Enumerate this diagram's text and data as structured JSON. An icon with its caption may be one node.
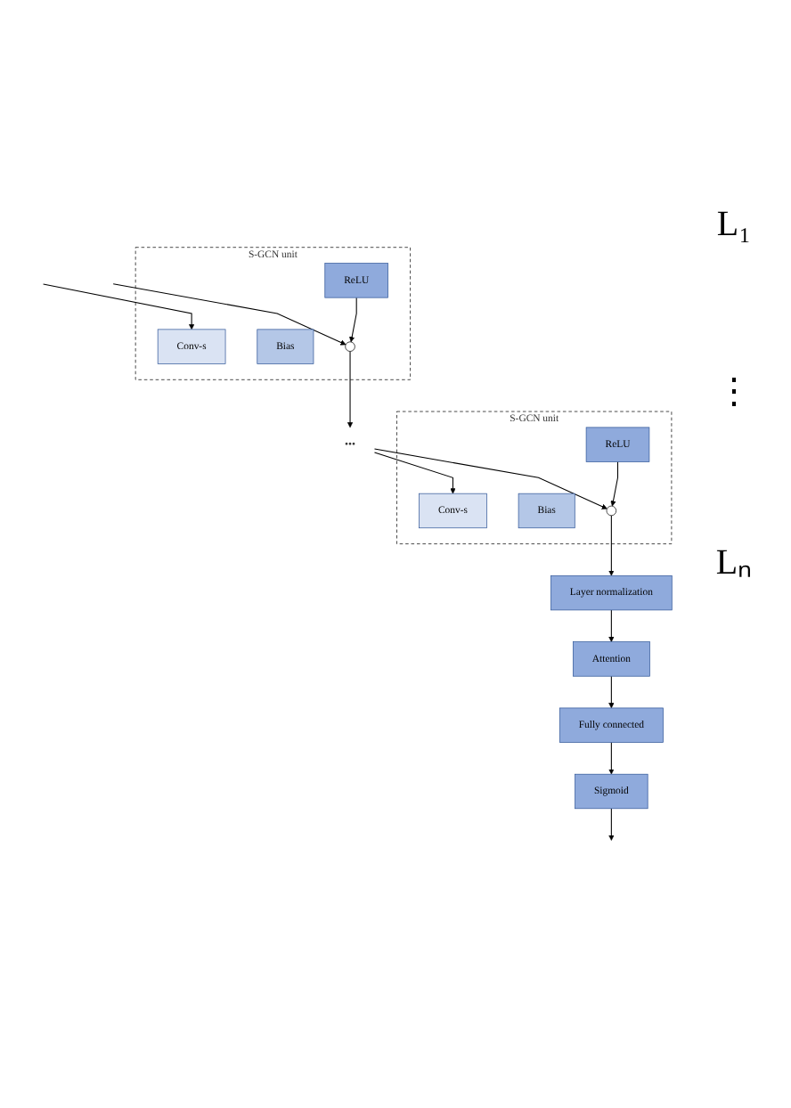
{
  "diagram": {
    "nodes": [
      {
        "text": [
          "S-GCN unit"
        ]
      },
      {
        "text": [
          "Conv-s"
        ],
        "in": 0
      },
      {
        "text": [
          "Bias"
        ],
        "in": 0
      },
      {
        "text": [
          "ReLU"
        ],
        "in": 0
      },
      {
        "text": [],
        "shape": "circle",
        "in": 0
      },
      {
        "text": [
          "•••"
        ]
      },
      {
        "text": [
          "S-GCN unit"
        ]
      },
      {
        "text": [
          "Conv-s"
        ],
        "in": 6
      },
      {
        "text": [
          "Bias"
        ],
        "in": 6
      },
      {
        "text": [
          "ReLU"
        ],
        "in": 6
      },
      {
        "text": [],
        "shape": "circle",
        "in": 6
      },
      {
        "text": [
          "Layer normalization"
        ]
      },
      {
        "text": [
          "Attention"
        ]
      },
      {
        "text": [
          "Fully connected"
        ]
      },
      {
        "text": [
          "Sigmoid"
        ]
      }
    ],
    "edges": [
      {
        "from": null,
        "to": 1,
        "arrow": "to"
      },
      {
        "from": null,
        "to": 4,
        "arrow": "to"
      },
      {
        "from": 3,
        "to": 4,
        "arrow": "to"
      },
      {
        "from": 4,
        "to": 5,
        "arrow": "to"
      },
      {
        "from": 5,
        "to": 7,
        "arrow": "to"
      },
      {
        "from": 5,
        "to": 10,
        "arrow": "to"
      },
      {
        "from": 9,
        "to": 10,
        "arrow": "to"
      },
      {
        "from": 10,
        "to": 11,
        "arrow": "to"
      },
      {
        "from": 11,
        "to": 12,
        "arrow": "to"
      },
      {
        "from": 12,
        "to": 13,
        "arrow": "to"
      },
      {
        "from": 13,
        "to": 14,
        "arrow": "to"
      },
      {
        "from": 14,
        "to": null,
        "arrow": "to"
      }
    ],
    "labels": [
      "L₁",
      "⋮",
      "Lₙ"
    ]
  }
}
